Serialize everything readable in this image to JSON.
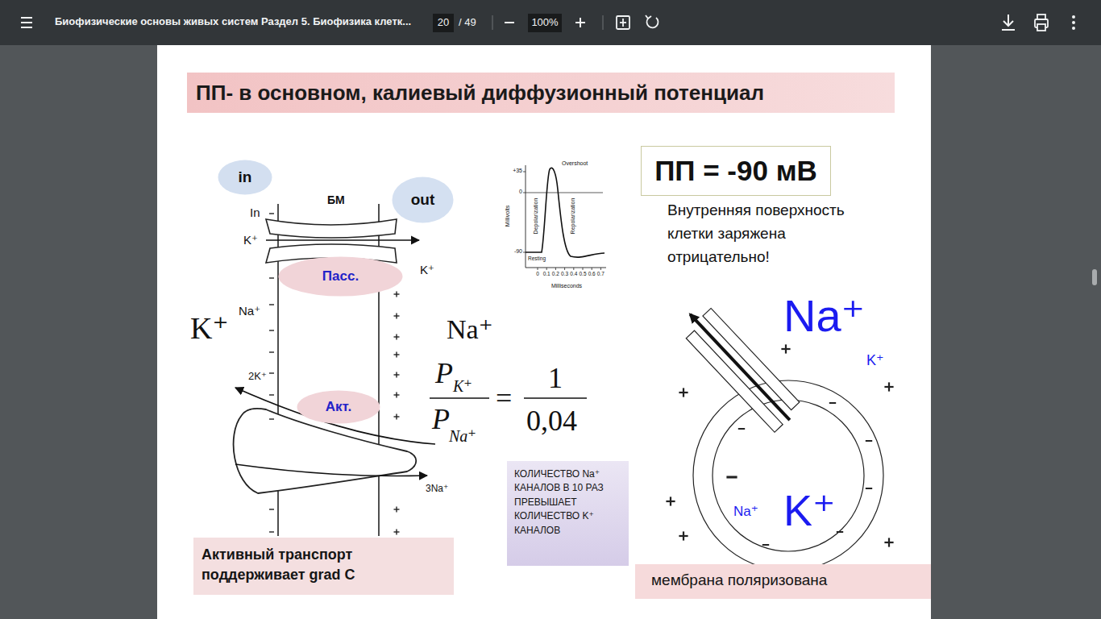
{
  "diagram": {
    "title": "ПП- в основном, калиевый диффузионный потенциал",
    "nodes": [
      {
        "text": [
          "in"
        ]
      },
      {
        "text": [
          "out"
        ]
      },
      {
        "text": [
          "ПП = -90 мВ"
        ]
      },
      {
        "text": [
          "Пасс."
        ]
      },
      {
        "text": [
          "Акт."
        ]
      },
      {
        "text": [
          "КОЛИЧЕСТВО Na⁺ КАНАЛОВ В 10 РАЗ ПРЕВЫШАЕТ КОЛИЧЕСТВО K⁺ КАНАЛОВ"
        ]
      },
      {
        "text": [
          "Активный транспорт поддерживает grad C"
        ]
      },
      {
        "text": [
          "мембрана поляризована"
        ]
      }
    ],
    "labels": [
      "Биофизические основы живых систем Раздел 5. Биофизика клетк...",
      "20",
      "/ 49",
      "100%",
      "In",
      "БМ",
      "K⁺",
      "K⁺",
      "Na⁺",
      "K⁺",
      "Na⁺",
      "2K⁺",
      "3Na⁺",
      "+35",
      "0",
      "-90",
      "Overshoot",
      "Depolarization",
      "Repolarization",
      "Resting",
      "Millivolts",
      "0",
      "0.1",
      "0.2",
      "0.3",
      "0.4",
      "0.5",
      "0.6",
      "0.7",
      "Milliseconds",
      "P",
      "K⁺",
      "P",
      "Na⁺",
      "=",
      "1",
      "0,04",
      "Внутренняя поверхность клетки заряжена отрицательно!",
      "Na⁺",
      "K⁺",
      "Na⁺",
      "K⁺"
    ]
  }
}
